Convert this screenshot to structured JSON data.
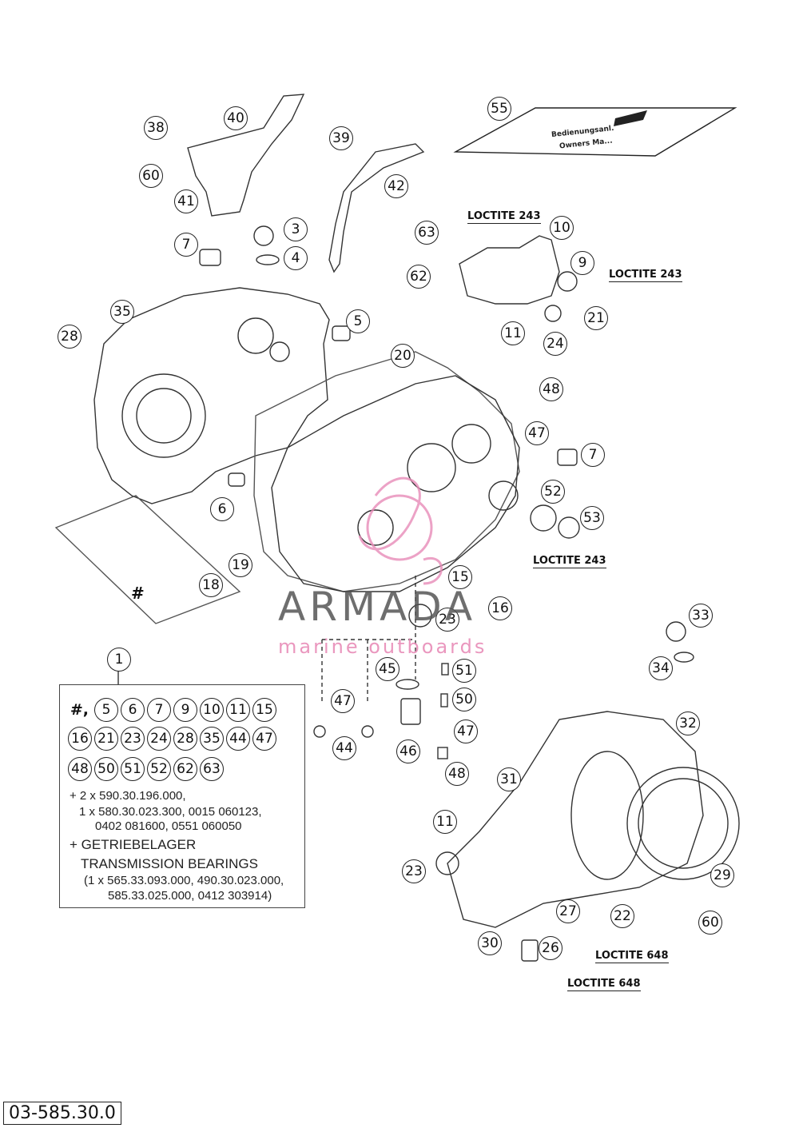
{
  "callouts": [
    "38",
    "40",
    "39",
    "55",
    "60",
    "41",
    "42",
    "3",
    "7",
    "4",
    "63",
    "10",
    "62",
    "9",
    "21",
    "11",
    "24",
    "35",
    "5",
    "28",
    "20",
    "48",
    "47",
    "7",
    "6",
    "52",
    "53",
    "19",
    "18",
    "15",
    "16",
    "23",
    "33",
    "34",
    "45",
    "51",
    "47",
    "50",
    "47",
    "44",
    "46",
    "48",
    "32",
    "31",
    "11",
    "29",
    "23",
    "27",
    "22",
    "60",
    "30",
    "26"
  ],
  "loctite": [
    "LOCTITE 243",
    "LOCTITE 243",
    "LOCTITE 243",
    "LOCTITE 648",
    "LOCTITE 648"
  ],
  "hash_marker": "#",
  "kit": {
    "number": "1",
    "hash": "#,",
    "rows": [
      [
        "5",
        "6",
        "7",
        "9",
        "10",
        "11",
        "15"
      ],
      [
        "16",
        "21",
        "23",
        "24",
        "28",
        "35",
        "44",
        "47"
      ],
      [
        "48",
        "50",
        "51",
        "52",
        "62",
        "63"
      ]
    ],
    "lines": [
      "+ 2 x 590.30.196.000,",
      "1 x 580.30.023.300, 0015 060123,",
      "0402 081600, 0551 060050",
      "+ GETRIEBELAGER",
      "TRANSMISSION BEARINGS",
      "(1 x 565.33.093.000, 490.30.023.000,",
      "585.33.025.000, 0412 303914)"
    ]
  },
  "watermark": {
    "brand": "ARMADA",
    "tagline": "marine outboards"
  },
  "drawing_code": "03-585.30.0",
  "colors": {
    "line": "#222222",
    "watermark_pink": "#e88cb8",
    "watermark_gray": "#555555"
  }
}
